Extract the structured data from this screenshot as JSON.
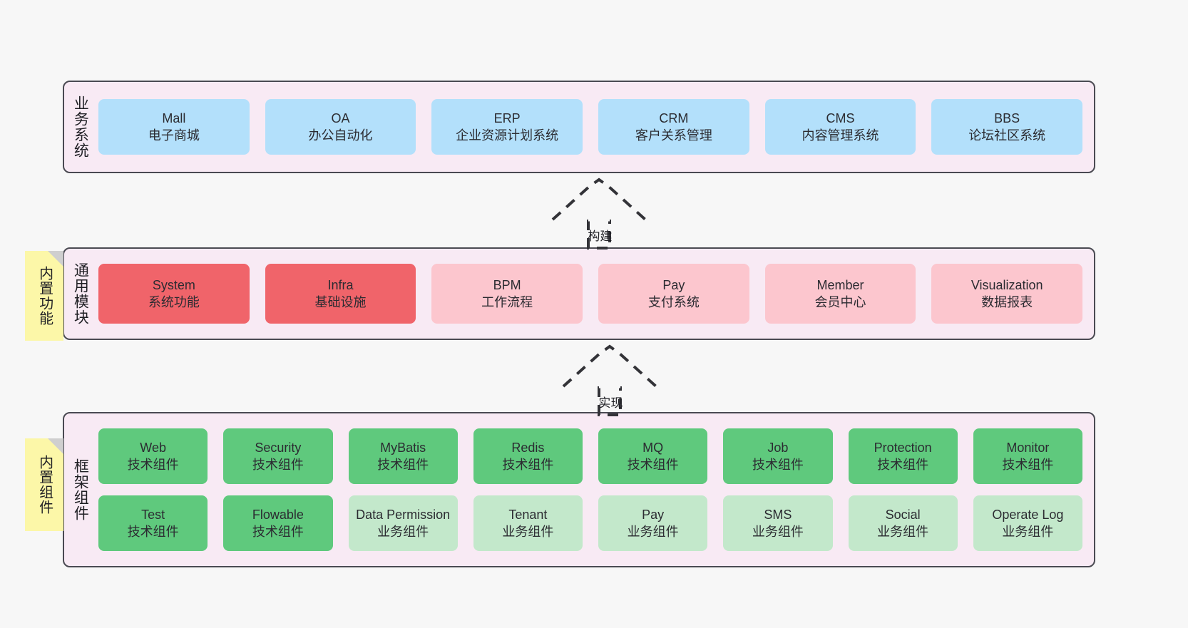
{
  "diagram": {
    "background_color": "#f7f7f7",
    "panel_color": "#f8eaf4",
    "panel_border_color": "#4a4a52",
    "note_color": "#fcf7a8"
  },
  "layers": [
    {
      "id": "business",
      "title": "业务系统",
      "note": null,
      "rows": [
        {
          "style": "biz",
          "cards": [
            {
              "en": "Mall",
              "cn": "电子商城"
            },
            {
              "en": "OA",
              "cn": "办公自动化"
            },
            {
              "en": "ERP",
              "cn": "企业资源计划系统"
            },
            {
              "en": "CRM",
              "cn": "客户关系管理"
            },
            {
              "en": "CMS",
              "cn": "内容管理系统"
            },
            {
              "en": "BBS",
              "cn": "论坛社区系统"
            }
          ]
        }
      ]
    },
    {
      "id": "module",
      "title": "通用模块",
      "note": "内置功能",
      "rows": [
        {
          "style": "module",
          "cards": [
            {
              "en": "System",
              "cn": "系统功能",
              "style": "mod-core"
            },
            {
              "en": "Infra",
              "cn": "基础设施",
              "style": "mod-core"
            },
            {
              "en": "BPM",
              "cn": "工作流程",
              "style": "mod-soft"
            },
            {
              "en": "Pay",
              "cn": "支付系统",
              "style": "mod-soft"
            },
            {
              "en": "Member",
              "cn": "会员中心",
              "style": "mod-soft"
            },
            {
              "en": "Visualization",
              "cn": "数据报表",
              "style": "mod-soft"
            }
          ]
        }
      ]
    },
    {
      "id": "framework",
      "title": "框架组件",
      "note": "内置组件",
      "rows": [
        {
          "style": "tech",
          "cards": [
            {
              "en": "Web",
              "cn": "技术组件"
            },
            {
              "en": "Security",
              "cn": "技术组件"
            },
            {
              "en": "MyBatis",
              "cn": "技术组件"
            },
            {
              "en": "Redis",
              "cn": "技术组件"
            },
            {
              "en": "MQ",
              "cn": "技术组件"
            },
            {
              "en": "Job",
              "cn": "技术组件"
            },
            {
              "en": "Protection",
              "cn": "技术组件"
            },
            {
              "en": "Monitor",
              "cn": "技术组件"
            }
          ]
        },
        {
          "style": "mixed",
          "cards": [
            {
              "en": "Test",
              "cn": "技术组件",
              "style": "tech"
            },
            {
              "en": "Flowable",
              "cn": "技术组件",
              "style": "tech"
            },
            {
              "en": "Data Permission",
              "cn": "业务组件",
              "style": "service"
            },
            {
              "en": "Tenant",
              "cn": "业务组件",
              "style": "service"
            },
            {
              "en": "Pay",
              "cn": "业务组件",
              "style": "service"
            },
            {
              "en": "SMS",
              "cn": "业务组件",
              "style": "service"
            },
            {
              "en": "Social",
              "cn": "业务组件",
              "style": "service"
            },
            {
              "en": "Operate Log",
              "cn": "业务组件",
              "style": "service"
            }
          ]
        }
      ]
    }
  ],
  "connectors": [
    {
      "id": "build",
      "label": "构建",
      "from": "module",
      "to": "business"
    },
    {
      "id": "implement",
      "label": "实现",
      "from": "framework",
      "to": "module"
    }
  ]
}
